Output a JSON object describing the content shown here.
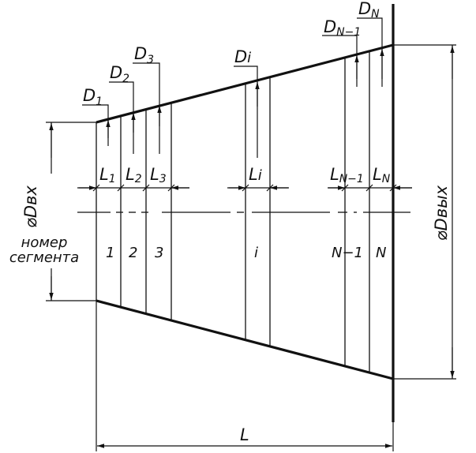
{
  "labels": {
    "d1": "D",
    "d1_sub": "1",
    "d2": "D",
    "d2_sub": "2",
    "d3": "D",
    "d3_sub": "3",
    "di": "D",
    "di_sub": "i",
    "dn1": "D",
    "dn1_sub": "N−1",
    "dn": "D",
    "dn_sub": "N",
    "l1": "L",
    "l1_sub": "1",
    "l2": "L",
    "l2_sub": "2",
    "l3": "L",
    "l3_sub": "3",
    "li": "L",
    "li_sub": "i",
    "ln1": "L",
    "ln1_sub": "N−1",
    "ln": "L",
    "ln_sub": "N",
    "seg1": "1",
    "seg2": "2",
    "seg3": "3",
    "segi": "i",
    "segn1": "N−1",
    "segn": "N",
    "inlet_diameter": "⌀Dвх",
    "outlet_diameter": "⌀Dвых",
    "segment_number_line1": "номер",
    "segment_number_line2": "сегмента",
    "total_length": "L"
  }
}
